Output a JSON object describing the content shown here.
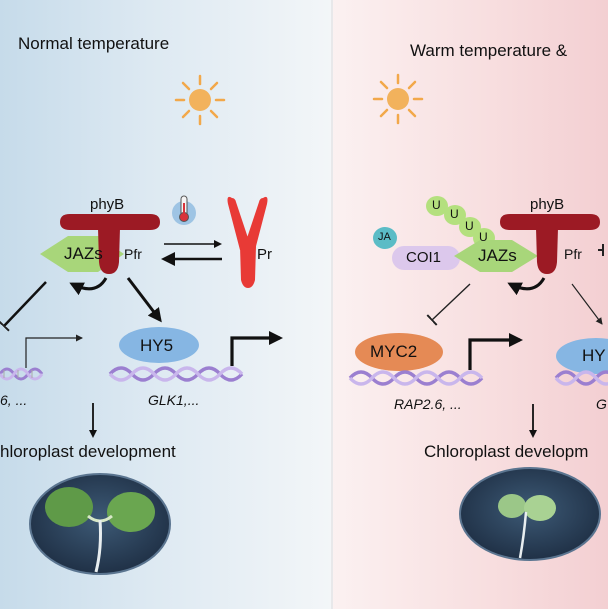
{
  "left_panel": {
    "title": "Normal temperature",
    "protein_phyb": "phyB",
    "form_pfr": "Pfr",
    "form_pr": "Pr",
    "protein_jazs": "JAZs",
    "factor_hy5": "HY5",
    "gene_left_partial": "6, ...",
    "gene_glk1": "GLK1,...",
    "outcome": "hloroplast development"
  },
  "right_panel": {
    "title": "Warm temperature  &",
    "protein_phyb": "phyB",
    "form_pfr": "Pfr",
    "ubiquitin": "U",
    "hormone_ja": "JA",
    "receptor_coi1": "COI1",
    "protein_jazs": "JAZs",
    "factor_myc2": "MYC2",
    "factor_hy_partial": "HY",
    "gene_rap26": "RAP2.6, ...",
    "gene_partial": "G",
    "outcome": "Chloroplast developm"
  },
  "colors": {
    "phyb": "#9c1a24",
    "pr": "#e83a36",
    "jazs": "#a8d67a",
    "hy5": "#86b6e3",
    "myc2": "#e58a55",
    "coi1": "#dcc8ec",
    "ubiquitin": "#b4e07e",
    "sun": "#f2b25c"
  }
}
